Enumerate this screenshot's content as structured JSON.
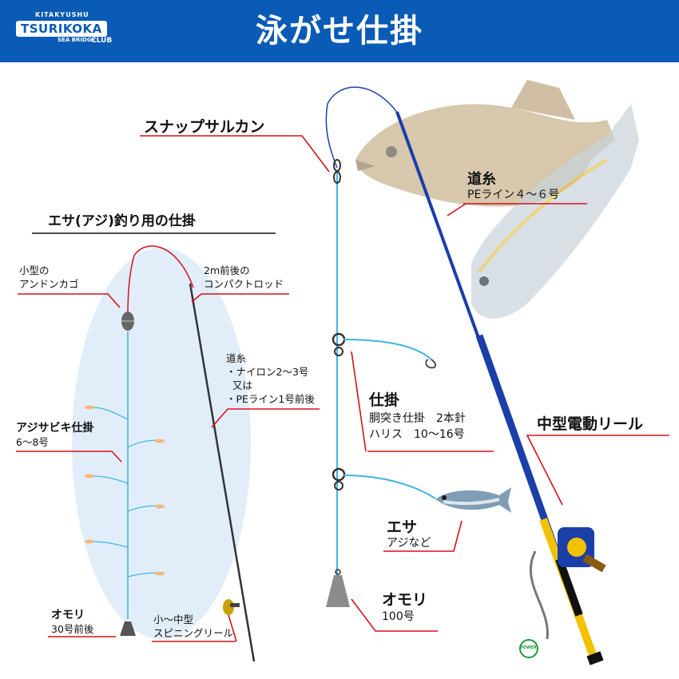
{
  "header": {
    "title": "泳がせ仕掛",
    "logo": {
      "top": "KITAKYUSHU",
      "main": "TSURIKOKA",
      "sub": "SEA BRIDGE",
      "club": "CLUB"
    }
  },
  "left_section": {
    "heading": "エサ(アジ)釣り用の仕掛",
    "cage": [
      "小型の",
      "アンドンカゴ"
    ],
    "rod": [
      "2m前後の",
      "コンパクトロッド"
    ],
    "line": [
      "道糸",
      "・ナイロン2～3号",
      "又は",
      "・PEライン1号前後"
    ],
    "sabiki": [
      "アジサビキ仕掛",
      "6～8号"
    ],
    "sinker": [
      "オモリ",
      "30号前後"
    ],
    "reel": [
      "小～中型",
      "スピニングリール"
    ]
  },
  "right_section": {
    "snap": "スナップサルカン",
    "main_line": [
      "道糸",
      "PEライン４～６号"
    ],
    "rig": [
      "仕掛",
      "胴突き仕掛　2本針",
      "ハリス　10～16号"
    ],
    "reel": "中型電動リール",
    "bait": [
      "エサ",
      "アジなど"
    ],
    "sinker": [
      "オモリ",
      "100号"
    ],
    "power_button": "POWER"
  },
  "colors": {
    "header_bg": "#0a5bb5",
    "leader_red": "#d8101c",
    "rig_cyan": "#3fb4e0",
    "rod_blue": "#1a3fa8",
    "reel_yellow": "#f2c200"
  }
}
